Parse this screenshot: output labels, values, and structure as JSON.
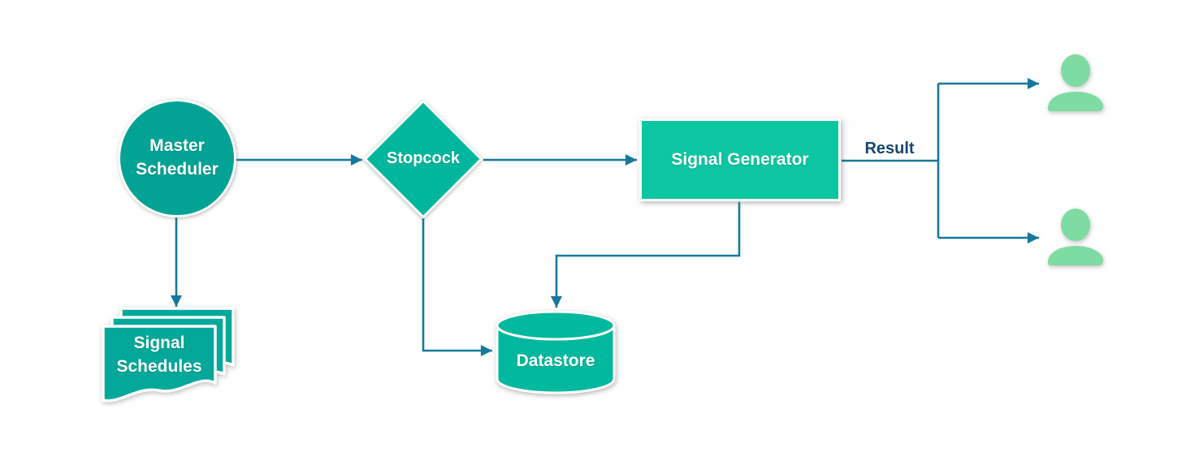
{
  "diagram": {
    "type": "flowchart",
    "background_color": "#ffffff",
    "connector_color": "#16789B",
    "nodes": {
      "master_scheduler": {
        "label": "Master Scheduler",
        "shape": "circle",
        "fill": "#02A295",
        "text_color": "#ffffff"
      },
      "stopcock": {
        "label": "Stopcock",
        "shape": "diamond",
        "fill": "#00B69C",
        "text_color": "#ffffff"
      },
      "signal_generator": {
        "label": "Signal Generator",
        "shape": "rectangle",
        "fill": "#0CC6A1",
        "text_color": "#ffffff"
      },
      "datastore": {
        "label": "Datastore",
        "shape": "cylinder",
        "fill": "#00B89D",
        "text_color": "#ffffff"
      },
      "signal_schedules": {
        "label": "Signal Schedules",
        "shape": "multi-document",
        "fill": "#03A89A",
        "text_color": "#ffffff"
      },
      "user_top": {
        "label": "",
        "shape": "person-icon",
        "fill": "#7EDCA2"
      },
      "user_bottom": {
        "label": "",
        "shape": "person-icon",
        "fill": "#7EDCA2"
      }
    },
    "labels": {
      "result": "Result",
      "result_color": "#17476B"
    },
    "edges": [
      {
        "from": "master_scheduler",
        "to": "stopcock"
      },
      {
        "from": "master_scheduler",
        "to": "signal_schedules"
      },
      {
        "from": "stopcock",
        "to": "signal_generator"
      },
      {
        "from": "stopcock",
        "to": "datastore"
      },
      {
        "from": "signal_generator",
        "to": "datastore"
      },
      {
        "from": "signal_generator",
        "to": "user_top",
        "label": "Result"
      },
      {
        "from": "signal_generator",
        "to": "user_bottom",
        "label": "Result"
      }
    ]
  }
}
